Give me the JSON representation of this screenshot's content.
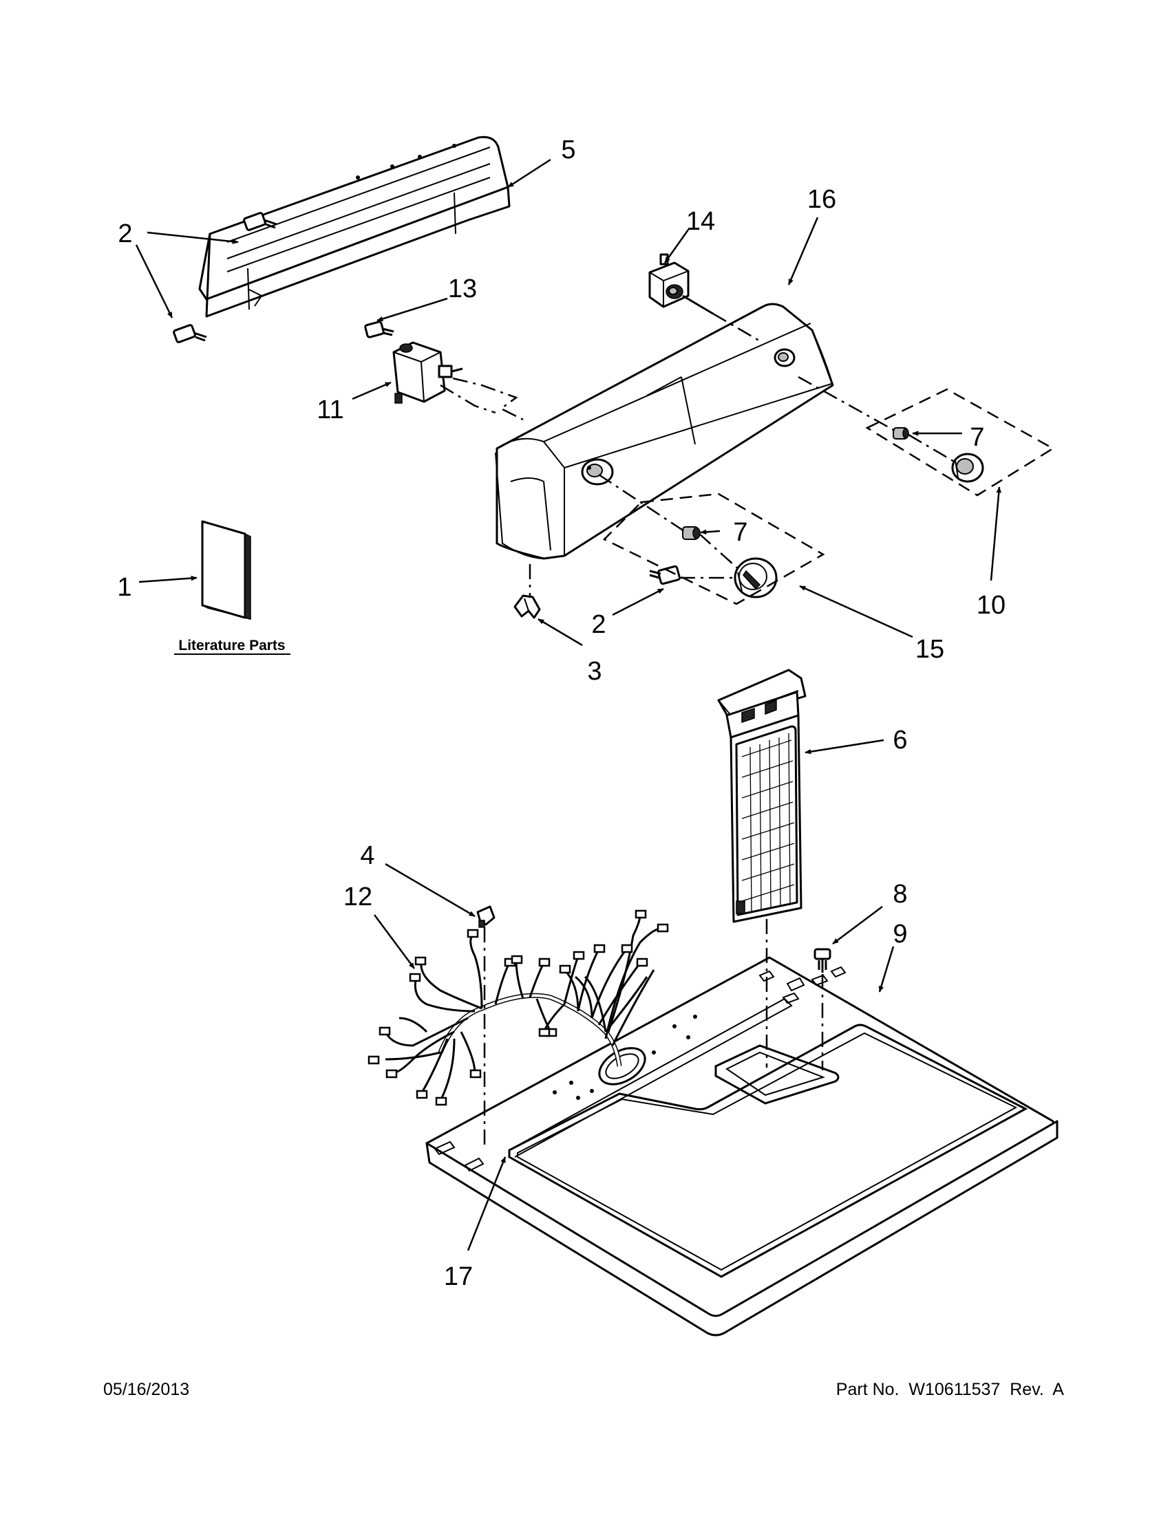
{
  "callouts": {
    "c1": "1",
    "c2a": "2",
    "c2b": "2",
    "c3": "3",
    "c4": "4",
    "c5": "5",
    "c6": "6",
    "c7a": "7",
    "c7b": "7",
    "c8": "8",
    "c9": "9",
    "c10": "10",
    "c11": "11",
    "c12": "12",
    "c13": "13",
    "c14": "14",
    "c15": "15",
    "c16": "16",
    "c17": "17"
  },
  "literature_label": "Literature Parts",
  "footer": {
    "date": "05/16/2013",
    "part_no": "Part No.  W10611537  Rev.  A"
  }
}
